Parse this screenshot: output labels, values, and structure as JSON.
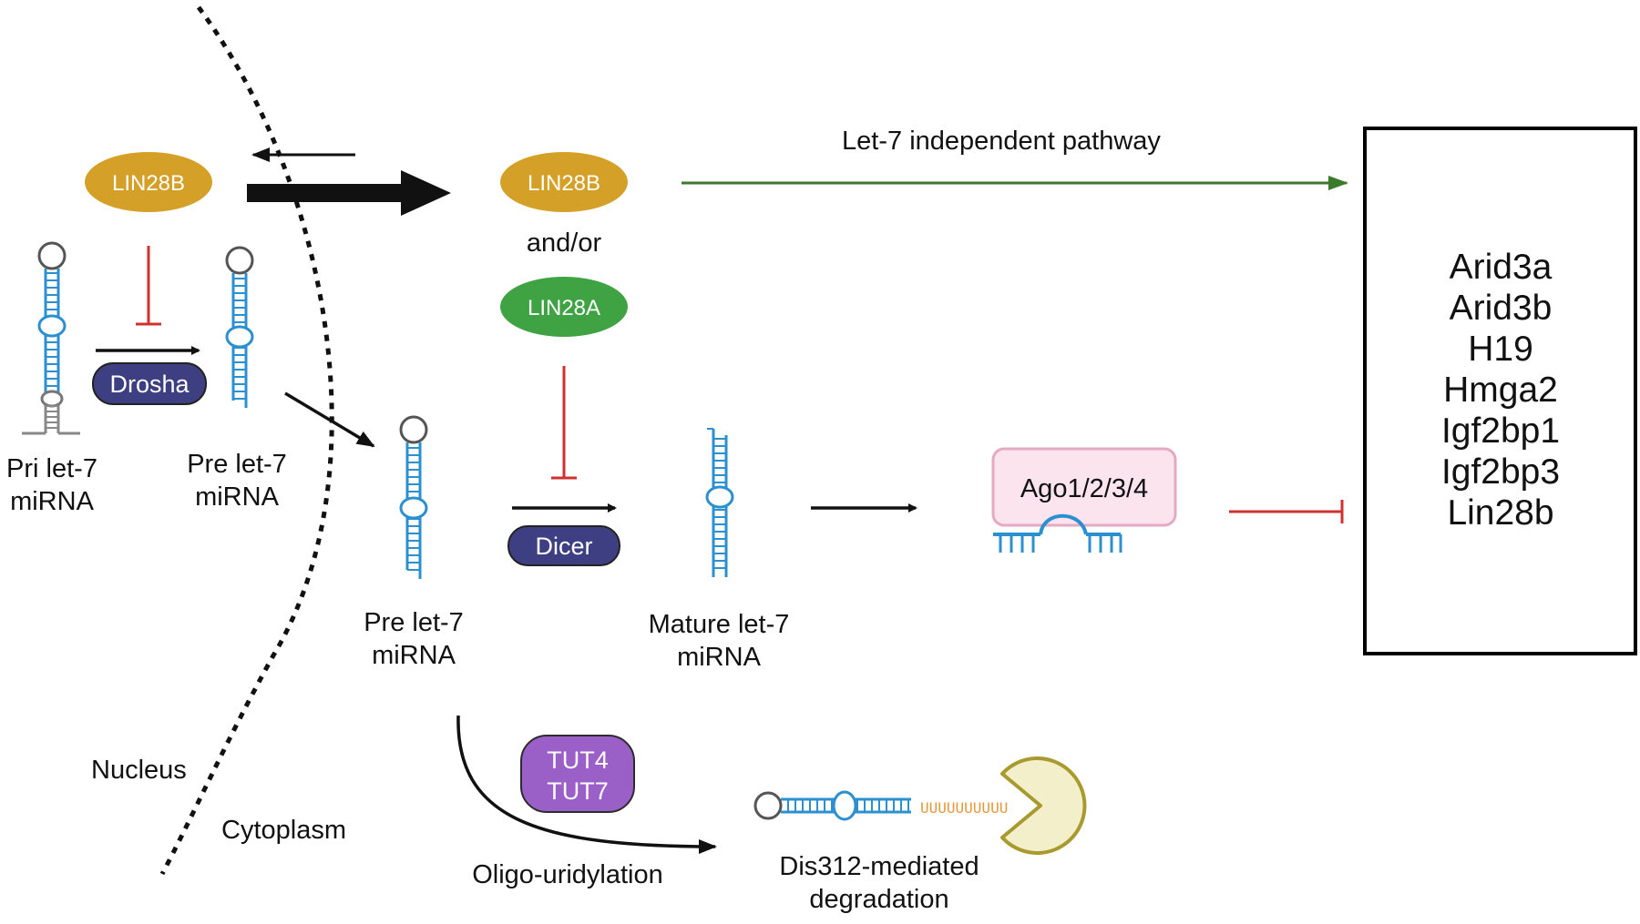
{
  "labels": {
    "pri_mirna_line1": "Pri let-7",
    "pri_mirna_line2": "miRNA",
    "pre_mirna_nuc_line1": "Pre let-7",
    "pre_mirna_nuc_line2": "miRNA",
    "pre_mirna_cyto_line1": "Pre let-7",
    "pre_mirna_cyto_line2": "miRNA",
    "mature_line1": "Mature let-7",
    "mature_line2": "miRNA",
    "and_or": "and/or",
    "independent_pathway": "Let-7 independent pathway",
    "nucleus": "Nucleus",
    "cytoplasm": "Cytoplasm",
    "oligo_uridylation": "Oligo-uridylation",
    "degradation_line1": "Dis312-mediated",
    "degradation_line2": "degradation",
    "poly_u": "UUUUUUUUUU"
  },
  "proteins": {
    "lin28b_nucleus": "LIN28B",
    "lin28b_cytoplasm": "LIN28B",
    "lin28a": "LIN28A",
    "drosha": "Drosha",
    "dicer": "Dicer",
    "tut4": "TUT4",
    "tut7": "TUT7",
    "ago": "Ago1/2/3/4"
  },
  "targets": [
    "Arid3a",
    "Arid3b",
    "H19",
    "Hmga2",
    "Igf2bp1",
    "Igf2bp3",
    "Lin28b"
  ],
  "colors": {
    "lin28b": "#D4A027",
    "lin28a": "#3FA344",
    "enzyme": "#3E3F82",
    "tut": "#9B5FC8",
    "ago_fill": "#FCE4EE",
    "ago_stroke": "#E6A9C2",
    "rna": "#2B8FD0",
    "inhibit": "#D0312D",
    "green_arrow": "#3C7A2B",
    "pacman": "#F3EFCB",
    "poly_u": "#E39A3B"
  }
}
